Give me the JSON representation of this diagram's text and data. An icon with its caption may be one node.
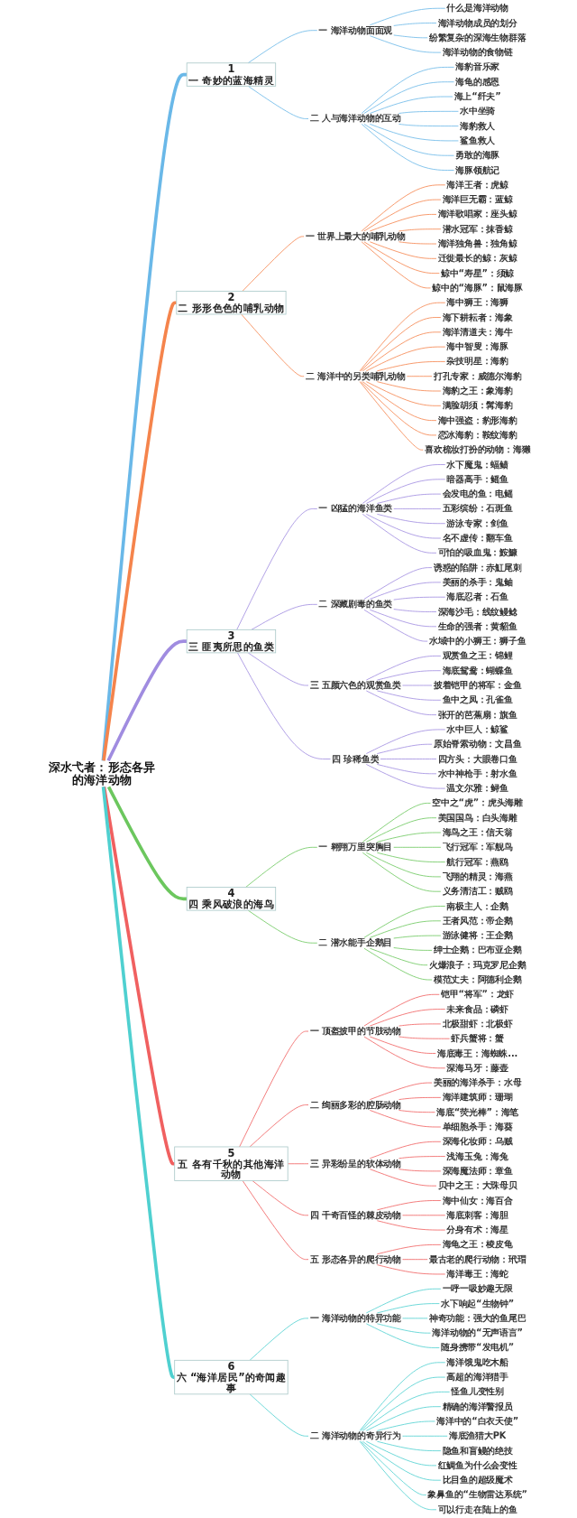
{
  "diagram": {
    "nodes": [
      {
        "text": [
          "深水弋者：形态各异的海洋动物"
        ]
      },
      {
        "text": [
          "1",
          "一 奇妙的蓝海精灵"
        ]
      },
      {
        "text": [
          "一 海洋动物面面观"
        ]
      },
      {
        "text": [
          "什么是海洋动物"
        ]
      },
      {
        "text": [
          "海洋动物成员的划分"
        ]
      },
      {
        "text": [
          "纷繁复杂的深海生物群落"
        ]
      },
      {
        "text": [
          "海洋动物的食物链"
        ]
      },
      {
        "text": [
          "二 人与海洋动物的互动"
        ]
      },
      {
        "text": [
          "海豹音乐家"
        ]
      },
      {
        "text": [
          "海龟的感恩"
        ]
      },
      {
        "text": [
          "海上“纤夫”"
        ]
      },
      {
        "text": [
          "水中坐骑"
        ]
      },
      {
        "text": [
          "海豹救人"
        ]
      },
      {
        "text": [
          "鲨鱼救人"
        ]
      },
      {
        "text": [
          "勇敢的海豚"
        ]
      },
      {
        "text": [
          "海豚领航记"
        ]
      },
      {
        "text": [
          "2",
          "二 形形色色的哺乳动物"
        ]
      },
      {
        "text": [
          "一 世界上最大的哺乳动物"
        ]
      },
      {
        "text": [
          "海洋王者：虎鲸"
        ]
      },
      {
        "text": [
          "海洋巨无霸：蓝鲸"
        ]
      },
      {
        "text": [
          "海洋歌唱家：座头鲸"
        ]
      },
      {
        "text": [
          "潜水冠军：抹香鲸"
        ]
      },
      {
        "text": [
          "海洋独角兽：独角鲸"
        ]
      },
      {
        "text": [
          "迁徙最长的鲸：灰鲸"
        ]
      },
      {
        "text": [
          "鲸中“寿星”：须鲸"
        ]
      },
      {
        "text": [
          "鲸中的“海豚”：鼠海豚"
        ]
      },
      {
        "text": [
          "二 海洋中的另类哺乳动物"
        ]
      },
      {
        "text": [
          "海中狮王：海狮"
        ]
      },
      {
        "text": [
          "海下耕耘者：海象"
        ]
      },
      {
        "text": [
          "海洋清道夫：海牛"
        ]
      },
      {
        "text": [
          "海中智叟：海豚"
        ]
      },
      {
        "text": [
          "杂技明星：海豹"
        ]
      },
      {
        "text": [
          "打孔专家：威德尔海豹"
        ]
      },
      {
        "text": [
          "海豹之王：象海豹"
        ]
      },
      {
        "text": [
          "满脸胡须：髯海豹"
        ]
      },
      {
        "text": [
          "海中强盗：豹形海豹"
        ]
      },
      {
        "text": [
          "恋冰海豹：鞍纹海豹"
        ]
      },
      {
        "text": [
          "喜欢梳妆打扮的动物：海獭"
        ]
      },
      {
        "text": [
          "3",
          "三 匪夷所思的鱼类"
        ]
      },
      {
        "text": [
          "一 凶猛的海洋鱼类"
        ]
      },
      {
        "text": [
          "水下魔鬼：蝠鲼"
        ]
      },
      {
        "text": [
          "暗器高手：鳐鱼"
        ]
      },
      {
        "text": [
          "会发电的鱼：电鳐"
        ]
      },
      {
        "text": [
          "五彩缤纷：石斑鱼"
        ]
      },
      {
        "text": [
          "游泳专家：剑鱼"
        ]
      },
      {
        "text": [
          "名不虚传：翻车鱼"
        ]
      },
      {
        "text": [
          "可怕的吸血鬼：鮟鱇"
        ]
      },
      {
        "text": [
          "二 深藏剧毒的鱼类"
        ]
      },
      {
        "text": [
          "诱惑的陷阱：赤魟尾刺"
        ]
      },
      {
        "text": [
          "美丽的杀手：鬼鲉"
        ]
      },
      {
        "text": [
          "海底忍者：石鱼"
        ]
      },
      {
        "text": [
          "深海沙毛：线纹鳗鲶"
        ]
      },
      {
        "text": [
          "生命的强者：黄貂鱼"
        ]
      },
      {
        "text": [
          "水域中的小狮王：狮子鱼"
        ]
      },
      {
        "text": [
          "三 五颜六色的观赏鱼类"
        ]
      },
      {
        "text": [
          "观赏鱼之王：锦鲤"
        ]
      },
      {
        "text": [
          "海底鸳鸯：蝴蝶鱼"
        ]
      },
      {
        "text": [
          "披着铠甲的将军：金鱼"
        ]
      },
      {
        "text": [
          "鱼中之凤：孔雀鱼"
        ]
      },
      {
        "text": [
          "张开的芭蕉扇：旗鱼"
        ]
      },
      {
        "text": [
          "四 珍稀鱼类"
        ]
      },
      {
        "text": [
          "水中巨人：鲸鲨"
        ]
      },
      {
        "text": [
          "原始脊索动物：文昌鱼"
        ]
      },
      {
        "text": [
          "四方头：大眼卷口鱼"
        ]
      },
      {
        "text": [
          "水中神枪手：射水鱼"
        ]
      },
      {
        "text": [
          "温文尔雅：鲟鱼"
        ]
      },
      {
        "text": [
          "4",
          "四 乘风破浪的海鸟"
        ]
      },
      {
        "text": [
          "一 翱翔万里突胸目"
        ]
      },
      {
        "text": [
          "空中之“虎”：虎头海雕"
        ]
      },
      {
        "text": [
          "美国国鸟：白头海雕"
        ]
      },
      {
        "text": [
          "海鸟之王：信天翁"
        ]
      },
      {
        "text": [
          "飞行冠军：军舰鸟"
        ]
      },
      {
        "text": [
          "航行冠军：燕鸥"
        ]
      },
      {
        "text": [
          "飞翔的精灵：海燕"
        ]
      },
      {
        "text": [
          "义务清洁工：贼鸥"
        ]
      },
      {
        "text": [
          "二 潜水能手企鹅目"
        ]
      },
      {
        "text": [
          "南极主人：企鹅"
        ]
      },
      {
        "text": [
          "王者风范：帝企鹅"
        ]
      },
      {
        "text": [
          "游泳健将：王企鹅"
        ]
      },
      {
        "text": [
          "绅士企鹅：巴布亚企鹅"
        ]
      },
      {
        "text": [
          "火爆浪子：玛克罗尼企鹅"
        ]
      },
      {
        "text": [
          "模范丈夫：阿德利企鹅"
        ]
      },
      {
        "text": [
          "5",
          "五 各有千秋的其他海洋动物"
        ]
      },
      {
        "text": [
          "一 顶盔披甲的节肢动物"
        ]
      },
      {
        "text": [
          "铠甲“将军”：龙虾"
        ]
      },
      {
        "text": [
          "未来食品：磷虾"
        ]
      },
      {
        "text": [
          "北极甜虾：北极虾"
        ]
      },
      {
        "text": [
          "虾兵蟹将：蟹"
        ]
      },
      {
        "text": [
          "海底毒王：海蜘蛛..."
        ]
      },
      {
        "text": [
          "深海马牙：藤壶"
        ]
      },
      {
        "text": [
          "二 绚丽多彩的腔肠动物"
        ]
      },
      {
        "text": [
          "美丽的海洋杀手：水母"
        ]
      },
      {
        "text": [
          "海洋建筑师：珊瑚"
        ]
      },
      {
        "text": [
          "海底“荧光棒”：海笔"
        ]
      },
      {
        "text": [
          "单细胞杀手：海葵"
        ]
      },
      {
        "text": [
          "三 异彩纷呈的软体动物"
        ]
      },
      {
        "text": [
          "深海化妆师：乌贼"
        ]
      },
      {
        "text": [
          "浅海玉兔：海兔"
        ]
      },
      {
        "text": [
          "深海魔法师：章鱼"
        ]
      },
      {
        "text": [
          "贝中之王：大珠母贝"
        ]
      },
      {
        "text": [
          "四 千奇百怪的棘皮动物"
        ]
      },
      {
        "text": [
          "海中仙女：海百合"
        ]
      },
      {
        "text": [
          "海底刺客：海胆"
        ]
      },
      {
        "text": [
          "分身有术：海星"
        ]
      },
      {
        "text": [
          "五 形态各异的爬行动物"
        ]
      },
      {
        "text": [
          "海龟之王：棱皮龟"
        ]
      },
      {
        "text": [
          "最古老的爬行动物：玳瑁"
        ]
      },
      {
        "text": [
          "海洋毒王：海蛇"
        ]
      },
      {
        "text": [
          "6",
          "六 “海洋居民”的奇闻趣事"
        ]
      },
      {
        "text": [
          "一 海洋动物的特异功能"
        ]
      },
      {
        "text": [
          "一呼一吸妙趣无限"
        ]
      },
      {
        "text": [
          "水下响起“生物钟”"
        ]
      },
      {
        "text": [
          "神奇功能：强大的鱼尾巴"
        ]
      },
      {
        "text": [
          "海洋动物的“无声语言”"
        ]
      },
      {
        "text": [
          "随身携带“发电机”"
        ]
      },
      {
        "text": [
          "二 海洋动物的奇异行为"
        ]
      },
      {
        "text": [
          "海洋饿鬼吃木船"
        ]
      },
      {
        "text": [
          "高超的海洋猎手"
        ]
      },
      {
        "text": [
          "怪鱼儿变性别"
        ]
      },
      {
        "text": [
          "精确的海洋警报员"
        ]
      },
      {
        "text": [
          "海洋中的“白衣天使”"
        ]
      },
      {
        "text": [
          "海底渔猎大PK"
        ]
      },
      {
        "text": [
          "隐鱼和盲鳗的绝技"
        ]
      },
      {
        "text": [
          "红鲷鱼为什么会变性"
        ]
      },
      {
        "text": [
          "比目鱼的超级魔术"
        ]
      },
      {
        "text": [
          "象鼻鱼的“生物雷达系统”"
        ]
      },
      {
        "text": [
          "可以行走在陆上的鱼"
        ]
      }
    ],
    "edges": [
      {
        "from": 0,
        "to": 1,
        "arrow": "none",
        "style": "thick",
        "color": "#6ab8e8"
      },
      {
        "from": 1,
        "to": 2,
        "arrow": "none",
        "color": "#6ab8e8"
      },
      {
        "from": 2,
        "to": 3,
        "arrow": "none",
        "color": "#6ab8e8"
      },
      {
        "from": 2,
        "to": 4,
        "arrow": "none",
        "color": "#6ab8e8"
      },
      {
        "from": 2,
        "to": 5,
        "arrow": "none",
        "color": "#6ab8e8"
      },
      {
        "from": 2,
        "to": 6,
        "arrow": "none",
        "color": "#6ab8e8"
      },
      {
        "from": 1,
        "to": 7,
        "arrow": "none",
        "color": "#6ab8e8"
      },
      {
        "from": 7,
        "to": 8,
        "arrow": "none",
        "color": "#6ab8e8"
      },
      {
        "from": 7,
        "to": 9,
        "arrow": "none",
        "color": "#6ab8e8"
      },
      {
        "from": 7,
        "to": 10,
        "arrow": "none",
        "color": "#6ab8e8"
      },
      {
        "from": 7,
        "to": 11,
        "arrow": "none",
        "color": "#6ab8e8"
      },
      {
        "from": 7,
        "to": 12,
        "arrow": "none",
        "color": "#6ab8e8"
      },
      {
        "from": 7,
        "to": 13,
        "arrow": "none",
        "color": "#6ab8e8"
      },
      {
        "from": 7,
        "to": 14,
        "arrow": "none",
        "color": "#6ab8e8"
      },
      {
        "from": 7,
        "to": 15,
        "arrow": "none",
        "color": "#6ab8e8"
      },
      {
        "from": 0,
        "to": 16,
        "arrow": "none",
        "style": "thick",
        "color": "#f5844c"
      },
      {
        "from": 16,
        "to": 17,
        "arrow": "none",
        "color": "#f5844c"
      },
      {
        "from": 17,
        "to": 18,
        "arrow": "none",
        "color": "#f5844c"
      },
      {
        "from": 17,
        "to": 19,
        "arrow": "none",
        "color": "#f5844c"
      },
      {
        "from": 17,
        "to": 20,
        "arrow": "none",
        "color": "#f5844c"
      },
      {
        "from": 17,
        "to": 21,
        "arrow": "none",
        "color": "#f5844c"
      },
      {
        "from": 17,
        "to": 22,
        "arrow": "none",
        "color": "#f5844c"
      },
      {
        "from": 17,
        "to": 23,
        "arrow": "none",
        "color": "#f5844c"
      },
      {
        "from": 17,
        "to": 24,
        "arrow": "none",
        "color": "#f5844c"
      },
      {
        "from": 17,
        "to": 25,
        "arrow": "none",
        "color": "#f5844c"
      },
      {
        "from": 16,
        "to": 26,
        "arrow": "none",
        "color": "#f5844c"
      },
      {
        "from": 26,
        "to": 27,
        "arrow": "none",
        "color": "#f5844c"
      },
      {
        "from": 26,
        "to": 28,
        "arrow": "none",
        "color": "#f5844c"
      },
      {
        "from": 26,
        "to": 29,
        "arrow": "none",
        "color": "#f5844c"
      },
      {
        "from": 26,
        "to": 30,
        "arrow": "none",
        "color": "#f5844c"
      },
      {
        "from": 26,
        "to": 31,
        "arrow": "none",
        "color": "#f5844c"
      },
      {
        "from": 26,
        "to": 32,
        "arrow": "none",
        "color": "#f5844c"
      },
      {
        "from": 26,
        "to": 33,
        "arrow": "none",
        "color": "#f5844c"
      },
      {
        "from": 26,
        "to": 34,
        "arrow": "none",
        "color": "#f5844c"
      },
      {
        "from": 26,
        "to": 35,
        "arrow": "none",
        "color": "#f5844c"
      },
      {
        "from": 26,
        "to": 36,
        "arrow": "none",
        "color": "#f5844c"
      },
      {
        "from": 26,
        "to": 37,
        "arrow": "none",
        "color": "#f5844c"
      },
      {
        "from": 0,
        "to": 38,
        "arrow": "none",
        "style": "thick",
        "color": "#a08ce0"
      },
      {
        "from": 38,
        "to": 39,
        "arrow": "none",
        "color": "#a08ce0"
      },
      {
        "from": 39,
        "to": 40,
        "arrow": "none",
        "color": "#a08ce0"
      },
      {
        "from": 39,
        "to": 41,
        "arrow": "none",
        "color": "#a08ce0"
      },
      {
        "from": 39,
        "to": 42,
        "arrow": "none",
        "color": "#a08ce0"
      },
      {
        "from": 39,
        "to": 43,
        "arrow": "none",
        "color": "#a08ce0"
      },
      {
        "from": 39,
        "to": 44,
        "arrow": "none",
        "color": "#a08ce0"
      },
      {
        "from": 39,
        "to": 45,
        "arrow": "none",
        "color": "#a08ce0"
      },
      {
        "from": 39,
        "to": 46,
        "arrow": "none",
        "color": "#a08ce0"
      },
      {
        "from": 38,
        "to": 47,
        "arrow": "none",
        "color": "#a08ce0"
      },
      {
        "from": 47,
        "to": 48,
        "arrow": "none",
        "color": "#a08ce0"
      },
      {
        "from": 47,
        "to": 49,
        "arrow": "none",
        "color": "#a08ce0"
      },
      {
        "from": 47,
        "to": 50,
        "arrow": "none",
        "color": "#a08ce0"
      },
      {
        "from": 47,
        "to": 51,
        "arrow": "none",
        "color": "#a08ce0"
      },
      {
        "from": 47,
        "to": 52,
        "arrow": "none",
        "color": "#a08ce0"
      },
      {
        "from": 47,
        "to": 53,
        "arrow": "none",
        "color": "#a08ce0"
      },
      {
        "from": 38,
        "to": 54,
        "arrow": "none",
        "color": "#a08ce0"
      },
      {
        "from": 54,
        "to": 55,
        "arrow": "none",
        "color": "#a08ce0"
      },
      {
        "from": 54,
        "to": 56,
        "arrow": "none",
        "color": "#a08ce0"
      },
      {
        "from": 54,
        "to": 57,
        "arrow": "none",
        "color": "#a08ce0"
      },
      {
        "from": 54,
        "to": 58,
        "arrow": "none",
        "color": "#a08ce0"
      },
      {
        "from": 54,
        "to": 59,
        "arrow": "none",
        "color": "#a08ce0"
      },
      {
        "from": 38,
        "to": 60,
        "arrow": "none",
        "color": "#a08ce0"
      },
      {
        "from": 60,
        "to": 61,
        "arrow": "none",
        "color": "#a08ce0"
      },
      {
        "from": 60,
        "to": 62,
        "arrow": "none",
        "color": "#a08ce0"
      },
      {
        "from": 60,
        "to": 63,
        "arrow": "none",
        "color": "#a08ce0"
      },
      {
        "from": 60,
        "to": 64,
        "arrow": "none",
        "color": "#a08ce0"
      },
      {
        "from": 60,
        "to": 65,
        "arrow": "none",
        "color": "#a08ce0"
      },
      {
        "from": 0,
        "to": 66,
        "arrow": "none",
        "style": "thick",
        "color": "#6cc75e"
      },
      {
        "from": 66,
        "to": 67,
        "arrow": "none",
        "color": "#6cc75e"
      },
      {
        "from": 67,
        "to": 68,
        "arrow": "none",
        "color": "#6cc75e"
      },
      {
        "from": 67,
        "to": 69,
        "arrow": "none",
        "color": "#6cc75e"
      },
      {
        "from": 67,
        "to": 70,
        "arrow": "none",
        "color": "#6cc75e"
      },
      {
        "from": 67,
        "to": 71,
        "arrow": "none",
        "color": "#6cc75e"
      },
      {
        "from": 67,
        "to": 72,
        "arrow": "none",
        "color": "#6cc75e"
      },
      {
        "from": 67,
        "to": 73,
        "arrow": "none",
        "color": "#6cc75e"
      },
      {
        "from": 67,
        "to": 74,
        "arrow": "none",
        "color": "#6cc75e"
      },
      {
        "from": 66,
        "to": 75,
        "arrow": "none",
        "color": "#6cc75e"
      },
      {
        "from": 75,
        "to": 76,
        "arrow": "none",
        "color": "#6cc75e"
      },
      {
        "from": 75,
        "to": 77,
        "arrow": "none",
        "color": "#6cc75e"
      },
      {
        "from": 75,
        "to": 78,
        "arrow": "none",
        "color": "#6cc75e"
      },
      {
        "from": 75,
        "to": 79,
        "arrow": "none",
        "color": "#6cc75e"
      },
      {
        "from": 75,
        "to": 80,
        "arrow": "none",
        "color": "#6cc75e"
      },
      {
        "from": 75,
        "to": 81,
        "arrow": "none",
        "color": "#6cc75e"
      },
      {
        "from": 0,
        "to": 82,
        "arrow": "none",
        "style": "thick",
        "color": "#f06060"
      },
      {
        "from": 82,
        "to": 83,
        "arrow": "none",
        "color": "#f06060"
      },
      {
        "from": 83,
        "to": 84,
        "arrow": "none",
        "color": "#f06060"
      },
      {
        "from": 83,
        "to": 85,
        "arrow": "none",
        "color": "#f06060"
      },
      {
        "from": 83,
        "to": 86,
        "arrow": "none",
        "color": "#f06060"
      },
      {
        "from": 83,
        "to": 87,
        "arrow": "none",
        "color": "#f06060"
      },
      {
        "from": 83,
        "to": 88,
        "arrow": "none",
        "color": "#f06060"
      },
      {
        "from": 83,
        "to": 89,
        "arrow": "none",
        "color": "#f06060"
      },
      {
        "from": 82,
        "to": 90,
        "arrow": "none",
        "color": "#f06060"
      },
      {
        "from": 90,
        "to": 91,
        "arrow": "none",
        "color": "#f06060"
      },
      {
        "from": 90,
        "to": 92,
        "arrow": "none",
        "color": "#f06060"
      },
      {
        "from": 90,
        "to": 93,
        "arrow": "none",
        "color": "#f06060"
      },
      {
        "from": 90,
        "to": 94,
        "arrow": "none",
        "color": "#f06060"
      },
      {
        "from": 82,
        "to": 95,
        "arrow": "none",
        "color": "#f06060"
      },
      {
        "from": 95,
        "to": 96,
        "arrow": "none",
        "color": "#f06060"
      },
      {
        "from": 95,
        "to": 97,
        "arrow": "none",
        "color": "#f06060"
      },
      {
        "from": 95,
        "to": 98,
        "arrow": "none",
        "color": "#f06060"
      },
      {
        "from": 95,
        "to": 99,
        "arrow": "none",
        "color": "#f06060"
      },
      {
        "from": 82,
        "to": 100,
        "arrow": "none",
        "color": "#f06060"
      },
      {
        "from": 100,
        "to": 101,
        "arrow": "none",
        "color": "#f06060"
      },
      {
        "from": 100,
        "to": 102,
        "arrow": "none",
        "color": "#f06060"
      },
      {
        "from": 100,
        "to": 103,
        "arrow": "none",
        "color": "#f06060"
      },
      {
        "from": 82,
        "to": 104,
        "arrow": "none",
        "color": "#f06060"
      },
      {
        "from": 104,
        "to": 105,
        "arrow": "none",
        "color": "#f06060"
      },
      {
        "from": 104,
        "to": 106,
        "arrow": "none",
        "color": "#f06060"
      },
      {
        "from": 104,
        "to": 107,
        "arrow": "none",
        "color": "#f06060"
      },
      {
        "from": 0,
        "to": 108,
        "arrow": "none",
        "style": "thick",
        "color": "#4fd0d0"
      },
      {
        "from": 108,
        "to": 109,
        "arrow": "none",
        "color": "#4fd0d0"
      },
      {
        "from": 109,
        "to": 110,
        "arrow": "none",
        "color": "#4fd0d0"
      },
      {
        "from": 109,
        "to": 111,
        "arrow": "none",
        "color": "#4fd0d0"
      },
      {
        "from": 109,
        "to": 112,
        "arrow": "none",
        "color": "#4fd0d0"
      },
      {
        "from": 109,
        "to": 113,
        "arrow": "none",
        "color": "#4fd0d0"
      },
      {
        "from": 109,
        "to": 114,
        "arrow": "none",
        "color": "#4fd0d0"
      },
      {
        "from": 108,
        "to": 115,
        "arrow": "none",
        "color": "#4fd0d0"
      },
      {
        "from": 115,
        "to": 116,
        "arrow": "none",
        "color": "#4fd0d0"
      },
      {
        "from": 115,
        "to": 117,
        "arrow": "none",
        "color": "#4fd0d0"
      },
      {
        "from": 115,
        "to": 118,
        "arrow": "none",
        "color": "#4fd0d0"
      },
      {
        "from": 115,
        "to": 119,
        "arrow": "none",
        "color": "#4fd0d0"
      },
      {
        "from": 115,
        "to": 120,
        "arrow": "none",
        "color": "#4fd0d0"
      },
      {
        "from": 115,
        "to": 121,
        "arrow": "none",
        "color": "#4fd0d0"
      },
      {
        "from": 115,
        "to": 122,
        "arrow": "none",
        "color": "#4fd0d0"
      },
      {
        "from": 115,
        "to": 123,
        "arrow": "none",
        "color": "#4fd0d0"
      },
      {
        "from": 115,
        "to": 124,
        "arrow": "none",
        "color": "#4fd0d0"
      },
      {
        "from": 115,
        "to": 125,
        "arrow": "none",
        "color": "#4fd0d0"
      },
      {
        "from": 115,
        "to": 126,
        "arrow": "none",
        "color": "#4fd0d0"
      }
    ]
  }
}
